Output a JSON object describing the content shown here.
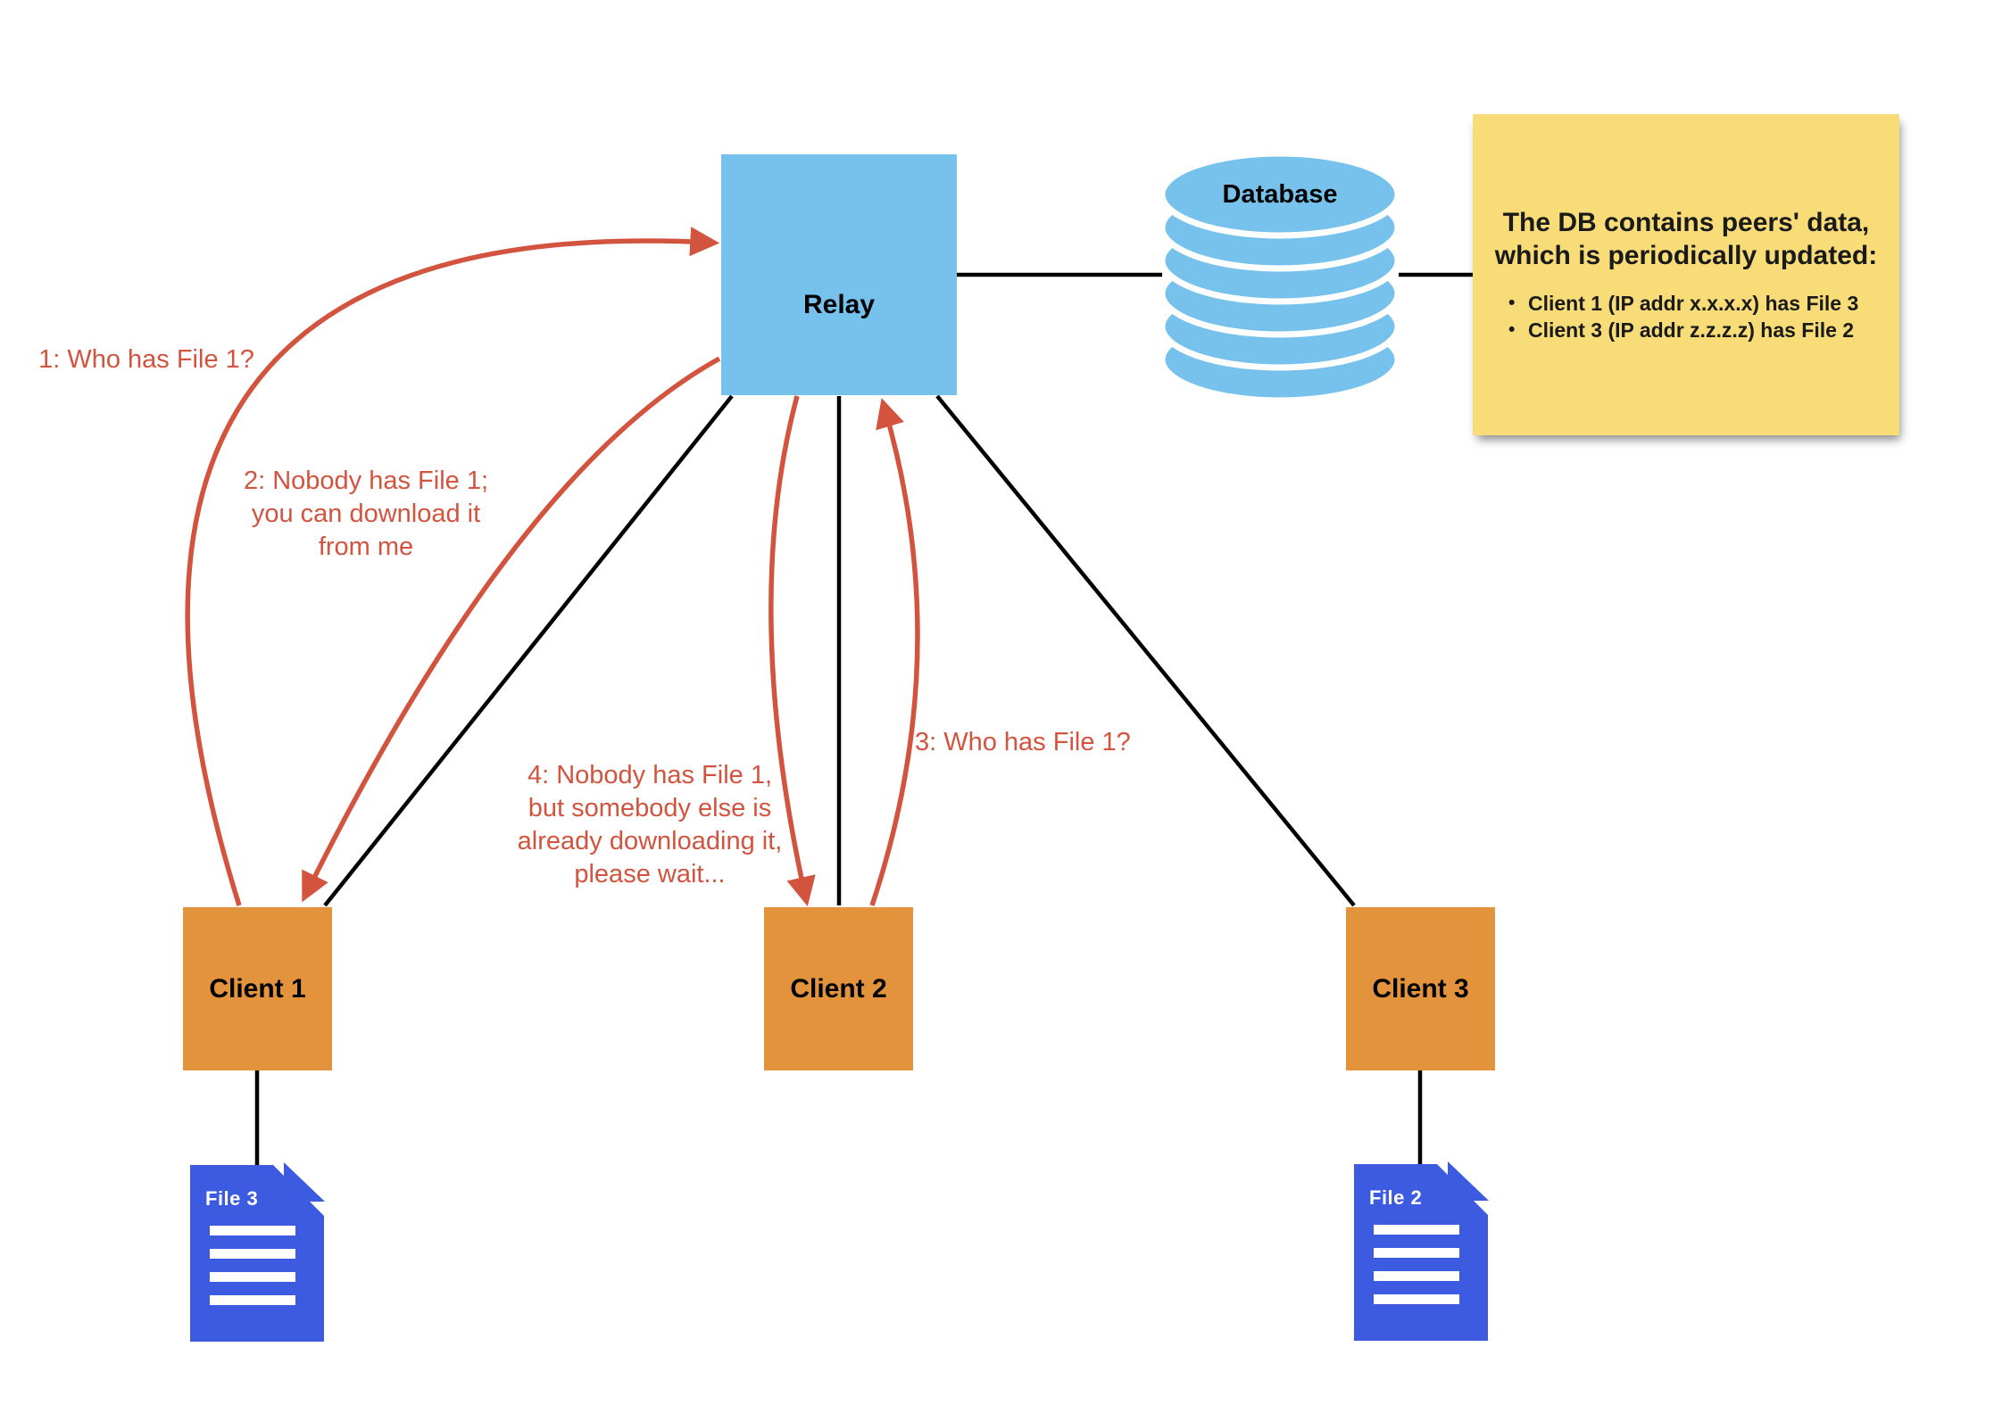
{
  "diagram": {
    "nodes": {
      "relay": {
        "label": "Relay"
      },
      "database": {
        "label": "Database"
      },
      "client1": {
        "label": "Client 1"
      },
      "client2": {
        "label": "Client 2"
      },
      "client3": {
        "label": "Client 3"
      }
    },
    "files": {
      "file3": {
        "label": "File 3"
      },
      "file2": {
        "label": "File 2"
      }
    },
    "note": {
      "title": "The DB contains peers' data,\nwhich is periodically updated:",
      "bullets": [
        "Client 1 (IP addr x.x.x.x) has File 3",
        "Client 3 (IP addr z.z.z.z) has File 2"
      ]
    },
    "messages": {
      "msg1": "1: Who has File 1?",
      "msg2": "2: Nobody has File 1;\nyou can download it\nfrom me",
      "msg3": "3: Who has File 1?",
      "msg4": "4: Nobody has File 1,\nbut somebody else is\nalready downloading it,\nplease wait..."
    },
    "colors": {
      "relay_fill": "#76c2ec",
      "database_fill": "#76c2ec",
      "client_fill": "#e2933c",
      "file_fill": "#3d5be0",
      "note_fill": "#f7dc78",
      "message_red": "#d2543f",
      "edge_black": "#000000"
    }
  }
}
